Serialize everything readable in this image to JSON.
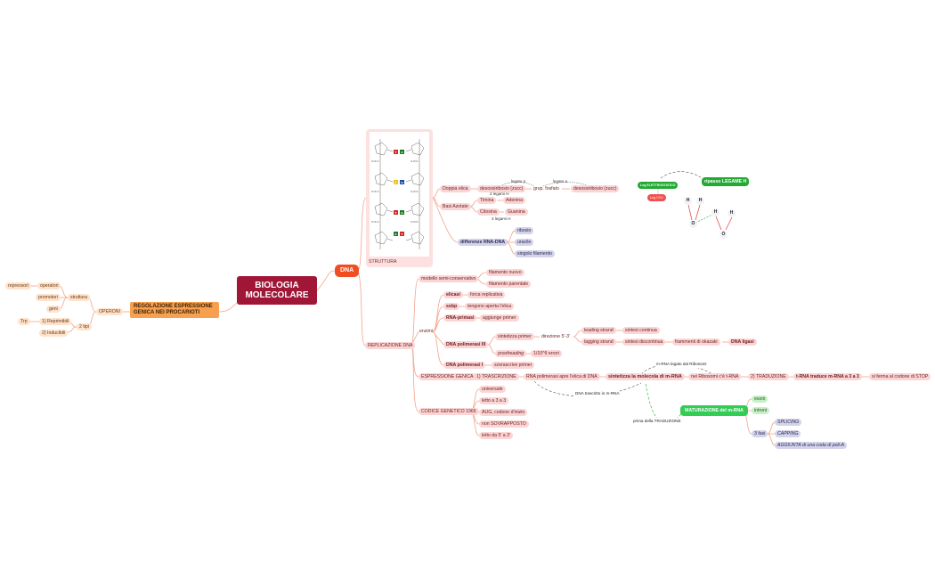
{
  "root": {
    "label": "BIOLOGIA MOLECOLARE"
  },
  "dna": {
    "label": "DNA"
  },
  "struttura": {
    "label": "STRUTTURA",
    "bases": {
      "a": "A",
      "t": "T",
      "g": "G",
      "c": "C"
    },
    "doppia_elica": "Doppia elica",
    "desossiribosio": "desossiribosio (zucc)",
    "grup_fosfato": "grup. fosfato",
    "desossiribosio2": "desossiribosio (zucc)",
    "legato_a_1": "legato a",
    "legato_a_2": "legato a",
    "basi_azotate": "Basi Azotate",
    "timina": "Timina",
    "adenina": "Adenina",
    "citosina": "Citosina",
    "guanina": "Guanina",
    "legami2": "2 legami H",
    "legami3": "3 legami H",
    "differenze": "differenze RNA-DNA",
    "ribosio": "ribosio",
    "uracile": "uracile",
    "singolo": "singolo filamento"
  },
  "legame": {
    "ripasso": "ripasso LEGAME H",
    "elettro": "Leg ELETTROSTATICO",
    "cov": "Leg COV",
    "h": "H",
    "o": "O"
  },
  "replicazione": {
    "label": "REPLICAZIONE DNA",
    "modello": "modello semi-conservativo",
    "nuovo": "filamento nuovo",
    "parentale": "filamento parentale",
    "enzimi": "enzimi",
    "elicasi": "elicasi",
    "forca": "forca replicativa",
    "ssbp": "ssbp",
    "tengono": "tengono aperta l'elica",
    "primasi": "RNA-primasi",
    "aggiunge": "aggiunge primer",
    "pol3": "DNA polimerasi III",
    "sintetizza": "sintetizza primer",
    "direzione": "direzione 5'-3'",
    "leading": "leading strand",
    "continua": "sintesi continua",
    "lagging": "lagging strand",
    "discontinua": "sintesi discontinua",
    "okazaki": "frammenti di okazaki",
    "ligasi": "DNA ligasi",
    "proof": "proofreading",
    "errori": "1/10^9 errori",
    "pol1": "DNA polimerasi I",
    "sovrascrive": "sovrascrive primer"
  },
  "espressione": {
    "label": "ESPRESSIONE GENICA",
    "trascrizione": "1) TRASCRIZIONE",
    "rnapol": "RNA polimerasi apre l'elica di DNA",
    "sintetizza": "sintetizza la molecola di m-RNA",
    "ribosomi": "nei Ribosomi c'è t-RNA",
    "traduzione": "2) TRADUZIONE",
    "trna": "t-RNA traduce m-RNA a 3 a 3",
    "stop": "si ferma al codone di STOP",
    "legato_rib": "m-RNA legato dal Ribosomi",
    "trascritto": "DNA trascritto in m-RNA",
    "prima": "prima della TRADUZIONE",
    "maturazione": "MATURAZIONE del m-RNA",
    "esoni": "esoni",
    "introni": "introni",
    "fasi": "3 fasi",
    "splicing": "SPLICING",
    "capping": "CAPPING",
    "poli": "AGGIUNTA di una coda di poli-A"
  },
  "codice": {
    "label": "CODICE GENETICO 1965",
    "universale": "universale",
    "letto": "letto a 3 a 3",
    "aug": "AUG, codone d'inizio",
    "nonsovr": "non SOVRAPPOSTO",
    "letto53": "letto da 5' a 3'"
  },
  "regolazione": {
    "label": "REGOLAZIONE ESPRESSIONE GENICA NEI PROCARIOTI",
    "operoni": "OPERONI",
    "struttura": "struttura",
    "operatori": "operatori",
    "promotori": "promotori",
    "geni": "geni",
    "repressori": "repressori",
    "tipi": "2 tipi",
    "reprimibili": "1) Reprimibili",
    "inducibili": "2) Inducibili",
    "trp": "Trp"
  },
  "colors": {
    "line": "#f0a080",
    "root": "#a01636",
    "dna": "#f04d23",
    "green": "#22aa33"
  }
}
